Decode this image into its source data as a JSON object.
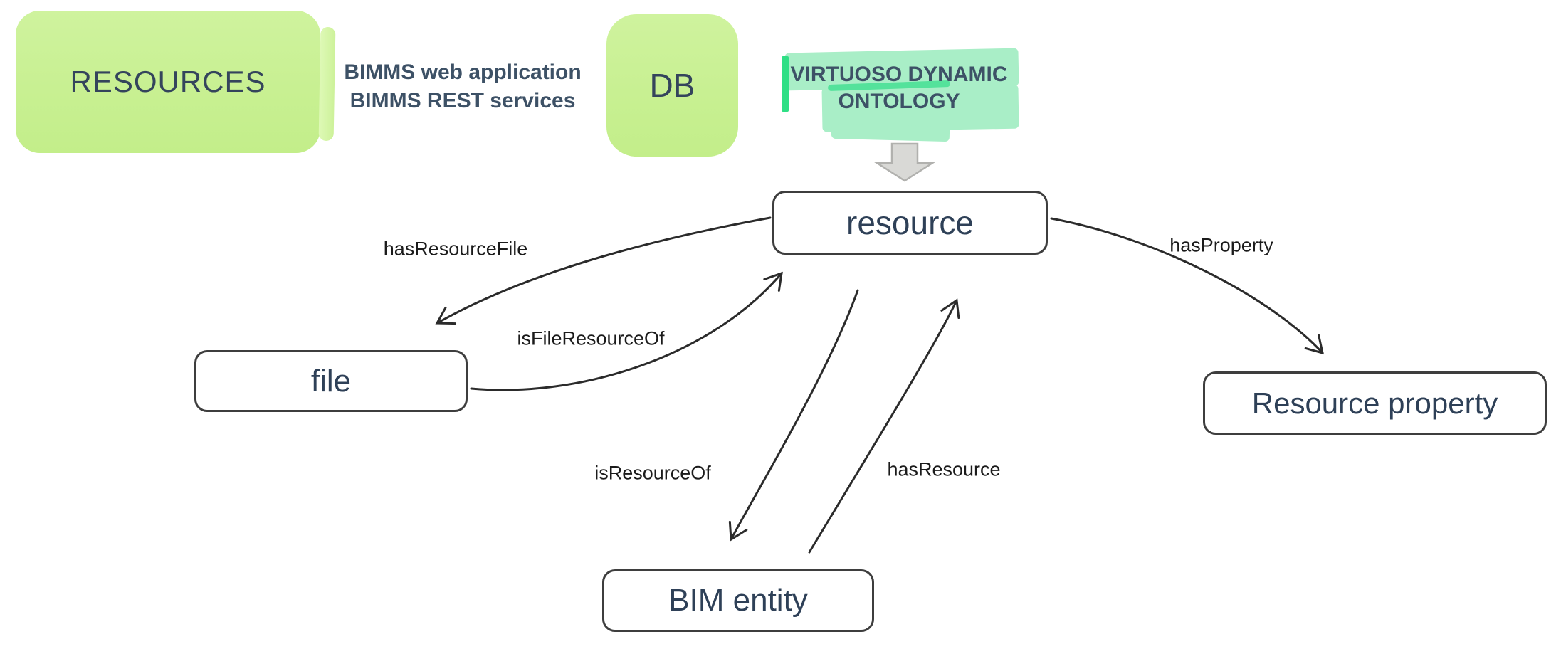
{
  "canvas": {
    "background": "#ffffff"
  },
  "palette": {
    "green_fill": "#c8f092",
    "mint_highlight": "#a9eec7",
    "mint_accent": "#2fdf85",
    "node_text": "#2e4057",
    "node_border": "#3e3e3e",
    "edge_color": "#2b2b2b",
    "gray_arrow_fill": "#d9d9d6",
    "gray_arrow_border": "#b1b1ae"
  },
  "header": {
    "resources_label": "RESOURCES",
    "caption_line1": "BIMMS web application",
    "caption_line2": "BIMMS REST services",
    "db_label": "DB",
    "ontology_line1": "VIRTUOSO DYNAMIC",
    "ontology_line2": "ONTOLOGY"
  },
  "nodes": {
    "resource": "resource",
    "file": "file",
    "bim_entity": "BIM entity",
    "resource_property": "Resource property"
  },
  "edges": {
    "has_resource_file": "hasResourceFile",
    "is_file_resource_of": "isFileResourceOf",
    "is_resource_of": "isResourceOf",
    "has_resource": "hasResource",
    "has_property": "hasProperty"
  }
}
